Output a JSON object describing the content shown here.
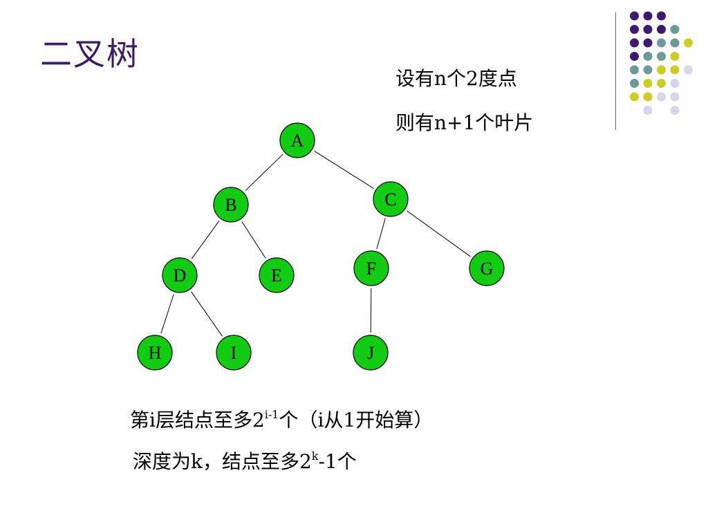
{
  "title": "二叉树",
  "notes": {
    "line1": "设有n个2度点",
    "line2": "则有n+1个叶片"
  },
  "tree": {
    "nodes": [
      {
        "id": "A",
        "label": "A"
      },
      {
        "id": "B",
        "label": "B"
      },
      {
        "id": "C",
        "label": "C"
      },
      {
        "id": "D",
        "label": "D"
      },
      {
        "id": "E",
        "label": "E"
      },
      {
        "id": "F",
        "label": "F"
      },
      {
        "id": "G",
        "label": "G"
      },
      {
        "id": "H",
        "label": "H"
      },
      {
        "id": "I",
        "label": "I"
      },
      {
        "id": "J",
        "label": "J"
      }
    ],
    "edges": [
      [
        "A",
        "B"
      ],
      [
        "A",
        "C"
      ],
      [
        "B",
        "D"
      ],
      [
        "B",
        "E"
      ],
      [
        "C",
        "F"
      ],
      [
        "C",
        "G"
      ],
      [
        "D",
        "H"
      ],
      [
        "D",
        "I"
      ],
      [
        "F",
        "J"
      ]
    ],
    "node_color": "#11cc11"
  },
  "facts": {
    "f1_pre": "第i层结点至多2",
    "f1_sup": "i-1",
    "f1_post": "个（i从1开始算）",
    "f2_pre": "深度为k，结点至多2",
    "f2_sup": "k",
    "f2_post": "-1个"
  },
  "palette": {
    "purple": "#3d1a6e",
    "teal": "#6b9a9a",
    "yellow": "#cccc22",
    "lavender": "#d6d6ea"
  }
}
